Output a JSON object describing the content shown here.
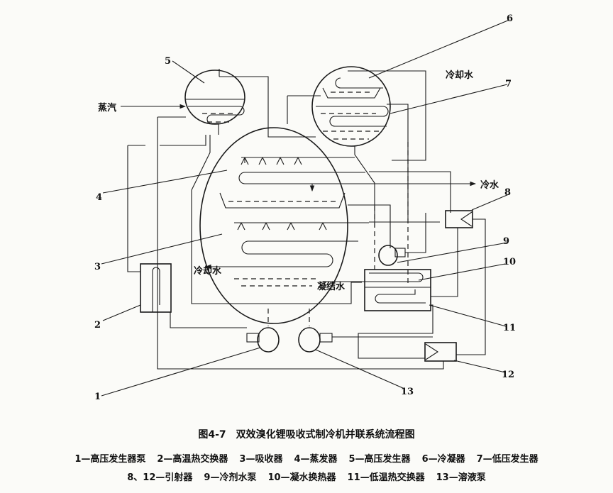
{
  "figure": {
    "title": "图4-7　双效溴化锂吸收式制冷机并联系统流程图",
    "legend_line1": [
      "1—高压发生器泵",
      "2—高温热交换器",
      "3—吸收器",
      "4—蒸发器",
      "5—高压发生器",
      "6—冷凝器",
      "7—低压发生器"
    ],
    "legend_line2": [
      "8、12—引射器",
      "9—冷剂水泵",
      "10—凝水换热器",
      "11—低温热交换器",
      "13—溶液泵"
    ]
  },
  "diagram": {
    "numbers": {
      "n1": "1",
      "n2": "2",
      "n3": "3",
      "n4": "4",
      "n5": "5",
      "n6": "6",
      "n7": "7",
      "n8": "8",
      "n9": "9",
      "n10": "10",
      "n11": "11",
      "n12": "12",
      "n13": "13"
    },
    "labels": {
      "steam": "蒸汽",
      "cooling_water_top": "冷却水",
      "chilled_water": "冷水",
      "cooling_water_left": "冷却水",
      "condensate": "凝结水"
    }
  }
}
